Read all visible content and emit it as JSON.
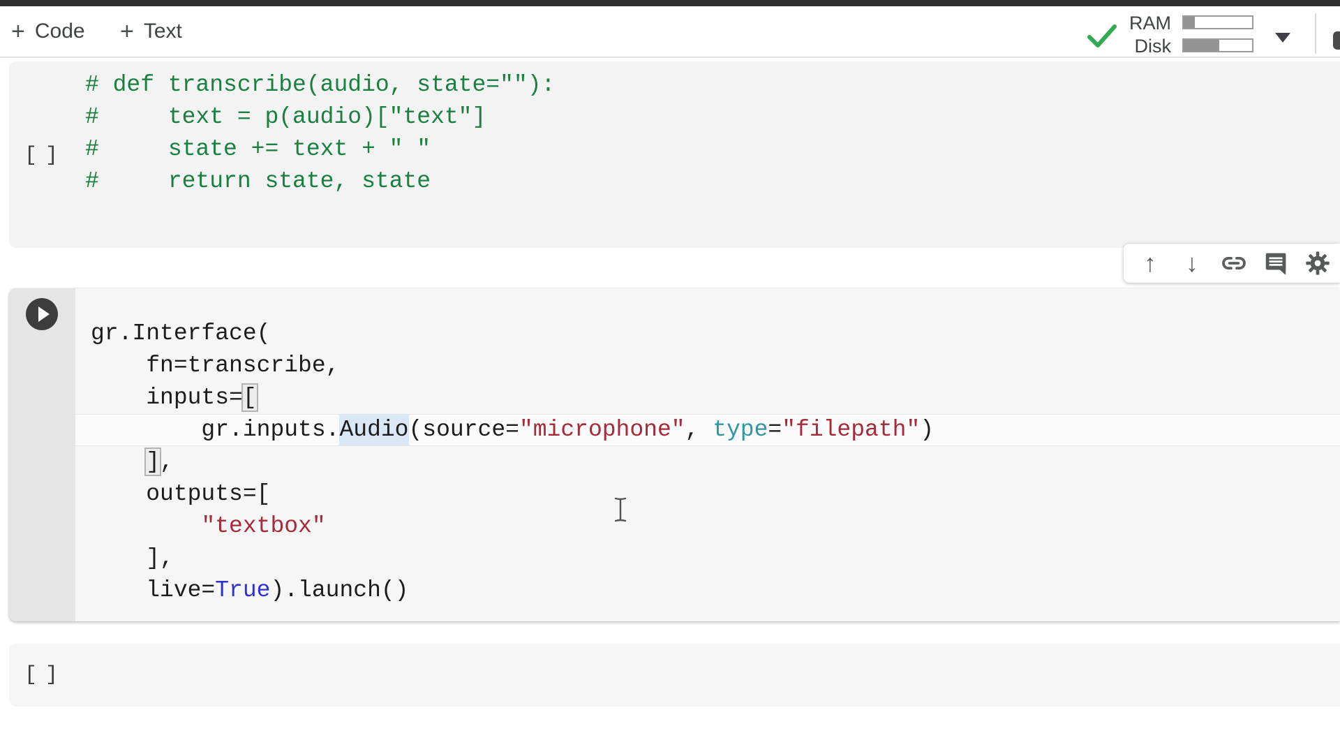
{
  "header": {
    "add_code": {
      "plus": "+",
      "label": "Code"
    },
    "add_text": {
      "plus": "+",
      "label": "Text"
    },
    "status_icon": "connected-check",
    "resources": {
      "ram_label": "RAM",
      "disk_label": "Disk",
      "ram_fill_percent": 16,
      "disk_fill_percent": 52
    }
  },
  "cell_toolbar": {
    "move_up_glyph": "↑",
    "move_down_glyph": "↓",
    "items": [
      "move-cell-up",
      "move-cell-down",
      "copy-link-to-cell",
      "add-comment",
      "cell-settings"
    ]
  },
  "cells": [
    {
      "execution_label": "[ ]"
    },
    {
      "has_play_button": true
    },
    {
      "execution_label": "[ ]"
    }
  ],
  "code_blocks": [
    {
      "lines": [
        {
          "segments": [
            {
              "t": "# def transcribe(audio, state=\"\"):",
              "c": "comment"
            }
          ]
        },
        {
          "segments": [
            {
              "t": "#     text = p(audio)[\"text\"]",
              "c": "comment"
            }
          ]
        },
        {
          "segments": [
            {
              "t": "#     state += text + \" \"",
              "c": "comment"
            }
          ]
        },
        {
          "segments": [
            {
              "t": "#     return state, state",
              "c": "comment"
            }
          ]
        }
      ]
    },
    {
      "lines": [
        {
          "segments": [
            {
              "t": "gr.Interface(",
              "c": ""
            }
          ]
        },
        {
          "segments": [
            {
              "t": "    fn=transcribe,",
              "c": ""
            }
          ]
        },
        {
          "segments": [
            {
              "t": "    inputs=",
              "c": ""
            },
            {
              "t": "[",
              "c": "bracket-match"
            }
          ]
        },
        {
          "active": true,
          "segments": [
            {
              "t": "        gr.inputs.",
              "c": ""
            },
            {
              "t": "Audio",
              "c": "word-highlight"
            },
            {
              "t": "(source=",
              "c": ""
            },
            {
              "t": "\"microphone\"",
              "c": "string"
            },
            {
              "t": ", ",
              "c": ""
            },
            {
              "t": "type",
              "c": "builtin"
            },
            {
              "t": "=",
              "c": ""
            },
            {
              "t": "\"filepath\"",
              "c": "string"
            },
            {
              "t": ")",
              "c": ""
            }
          ]
        },
        {
          "segments": [
            {
              "t": "    ",
              "c": ""
            },
            {
              "t": "]",
              "c": "bracket-match"
            },
            {
              "t": ",",
              "c": ""
            }
          ]
        },
        {
          "segments": [
            {
              "t": "    outputs=[",
              "c": ""
            }
          ]
        },
        {
          "segments": [
            {
              "t": "        ",
              "c": ""
            },
            {
              "t": "\"textbox\"",
              "c": "string"
            }
          ]
        },
        {
          "segments": [
            {
              "t": "    ],",
              "c": ""
            }
          ]
        },
        {
          "segments": [
            {
              "t": "    live=",
              "c": ""
            },
            {
              "t": "True",
              "c": "keyword"
            },
            {
              "t": ").launch()",
              "c": ""
            }
          ]
        }
      ]
    },
    {
      "lines": []
    }
  ],
  "colors": {
    "comment-green": "#1a8040",
    "string-red": "#a52a3a",
    "keyword-blue": "#3032d0",
    "builtin-teal": "#2f96a5",
    "check-green": "#34a853",
    "word-highlight": "#d9e7f6"
  }
}
